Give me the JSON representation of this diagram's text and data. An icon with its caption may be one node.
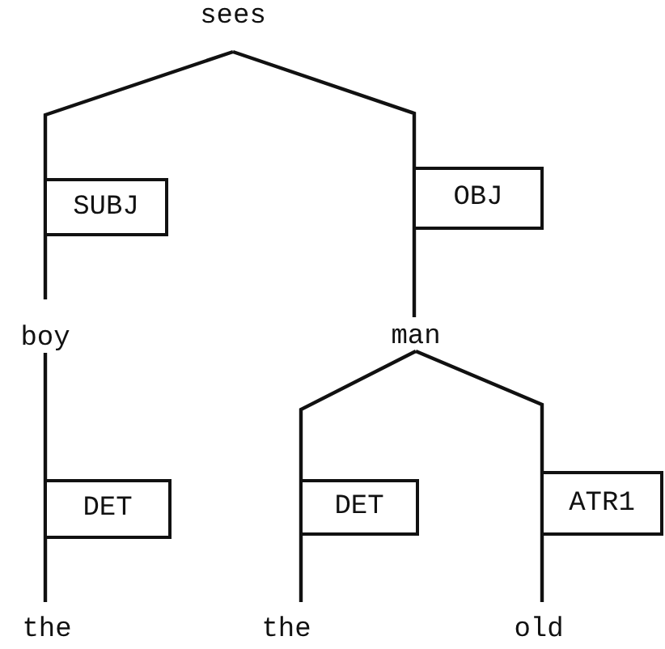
{
  "diagram": {
    "nodes": [
      {
        "text": [
          "sees"
        ]
      },
      {
        "text": [
          "boy"
        ]
      },
      {
        "text": [
          "man"
        ]
      },
      {
        "text": [
          "the"
        ]
      },
      {
        "text": [
          "the"
        ]
      },
      {
        "text": [
          "old"
        ]
      }
    ],
    "edges": [
      {
        "from": 0,
        "to": 1,
        "arrow": "none",
        "label": "SUBJ"
      },
      {
        "from": 0,
        "to": 2,
        "arrow": "none",
        "label": "OBJ"
      },
      {
        "from": 1,
        "to": 3,
        "arrow": "none",
        "label": "DET"
      },
      {
        "from": 2,
        "to": 4,
        "arrow": "none",
        "label": "DET"
      },
      {
        "from": 2,
        "to": 5,
        "arrow": "none",
        "label": "ATR1"
      }
    ]
  }
}
